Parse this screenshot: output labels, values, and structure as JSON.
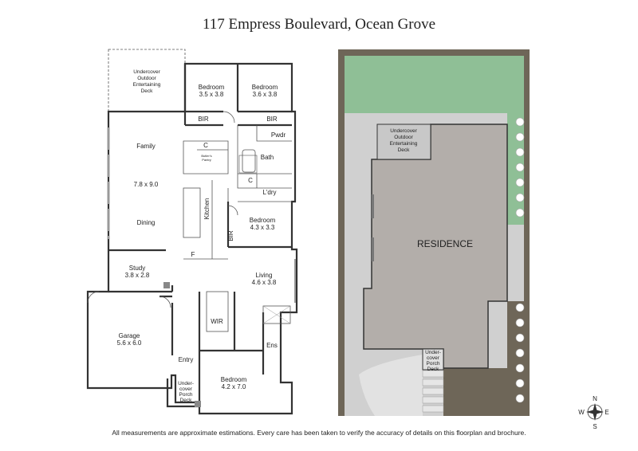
{
  "title": "117 Empress Boulevard, Ocean Grove",
  "floorplan": {
    "deck_rear": [
      "Undercover",
      "Outdoor",
      "Entertaining",
      "Deck"
    ],
    "bed_a": {
      "name": "Bedroom",
      "dims": "3.5 x 3.8"
    },
    "bed_b": {
      "name": "Bedroom",
      "dims": "3.6 x 3.8"
    },
    "bir_1": "BIR",
    "bir_2": "BIR",
    "bir_3": "BIR",
    "pwdr": "Pwdr",
    "bath": "Bath",
    "ldry": "L'dry",
    "c_1": "C",
    "c_2": "C",
    "butlers": [
      "Butler's",
      "Pantry"
    ],
    "family": "Family",
    "family_dims": "7.8 x 9.0",
    "dining": "Dining",
    "kitchen": "Kitchen",
    "f": "F",
    "bed_c": {
      "name": "Bedroom",
      "dims": "4.3 x 3.3"
    },
    "study": {
      "name": "Study",
      "dims": "3.8 x 2.8"
    },
    "living": {
      "name": "Living",
      "dims": "4.6 x 3.8"
    },
    "garage": {
      "name": "Garage",
      "dims": "5.6 x 6.0"
    },
    "wir": "WIR",
    "ens": "Ens",
    "entry": "Entry",
    "porch": [
      "Under-",
      "cover",
      "Porch",
      "Deck"
    ],
    "bed_main": {
      "name": "Bedroom",
      "dims": "4.2 x 7.0"
    }
  },
  "siteplan": {
    "deck": [
      "Undercover",
      "Outdoor",
      "Entertaining",
      "Deck"
    ],
    "residence": "RESIDENCE",
    "porch": [
      "Under-",
      "cover",
      "Porch",
      "Deck"
    ]
  },
  "compass": {
    "n": "N",
    "s": "S",
    "e": "E",
    "w": "W"
  },
  "footer": "All measurements are approximate estimations. Every care has been taken to verify the accuracy of details on this floorplan and brochure.",
  "colors": {
    "lawn": "#8fbf96",
    "garden": "#6e6658",
    "paving": "#cfcfcf",
    "residence": "#b3aeaa",
    "wall": "#333333"
  }
}
